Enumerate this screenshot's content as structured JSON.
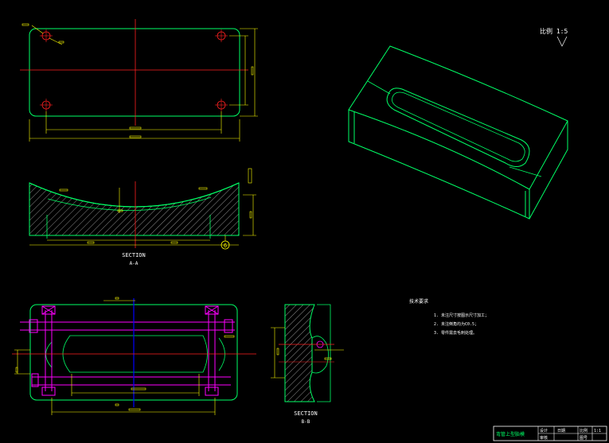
{
  "colors": {
    "background": "#000000",
    "outline": "#00ff66",
    "centerline": "#ff2020",
    "dimension": "#ffff00",
    "hatch": "#c8c8c8",
    "pipe": "#ff00ff",
    "axis": "#0000ff",
    "note": "#ffffff",
    "titleblock_text": "#00ff66"
  },
  "view3d_scale": "比例 1:5",
  "section_aa": {
    "title": "SECTION",
    "label": "A-A"
  },
  "section_bb": {
    "title": "SECTION",
    "label": "B-B"
  },
  "circle_marker": "6",
  "notes": {
    "title": "技术要求",
    "lines": [
      "1. 未注尺寸按图示尺寸加工；",
      "2. 未注倒角均为C0.5；",
      "3. 零件需去毛刺处理。"
    ]
  },
  "title_block": {
    "name": "弯管上型胎模",
    "cell_1": "设计",
    "cell_2": "日期",
    "cell_3": "比例",
    "cell_4": "1:1",
    "cell_5": "审核",
    "cell_6": "图号"
  }
}
